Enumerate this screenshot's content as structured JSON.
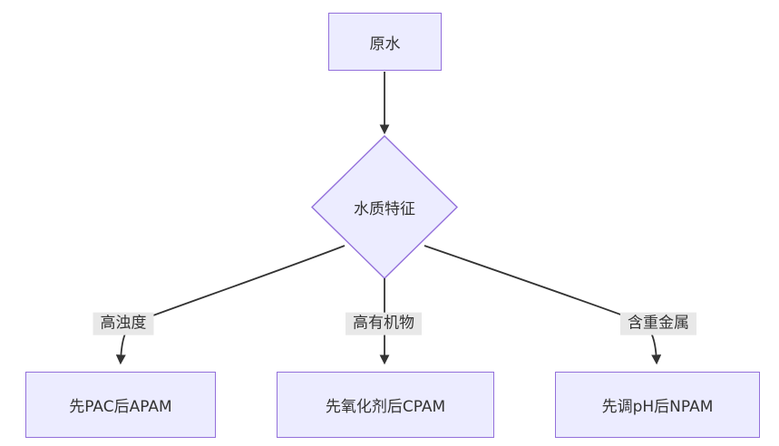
{
  "diagram": {
    "type": "flowchart",
    "colors": {
      "bg": "#ffffff",
      "node_fill": "#ECECFF",
      "node_border": "#9370DB",
      "line_color": "#333333",
      "label_bg": "#e8e8e8",
      "text_color": "#333333"
    },
    "nodes": {
      "source": "原水",
      "decision": "水质特征",
      "outcome1": "先PAC后APAM",
      "outcome2": "先氧化剂后CPAM",
      "outcome3": "先调pH后NPAM"
    },
    "edge_labels": {
      "turbidity": "高浊度",
      "organics": "高有机物",
      "metals": "含重金属"
    }
  }
}
